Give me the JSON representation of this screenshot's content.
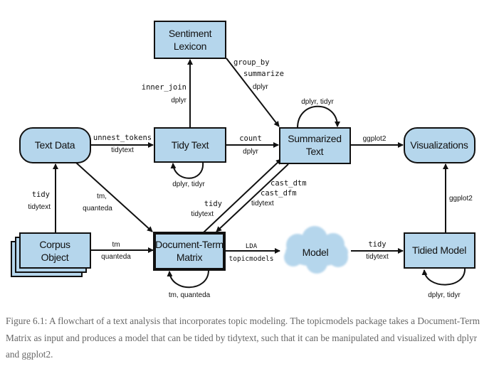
{
  "nodes": {
    "sentiment_lexicon": [
      "Sentiment",
      "Lexicon"
    ],
    "text_data": "Text Data",
    "tidy_text": "Tidy Text",
    "summarized_text": [
      "Summarized",
      "Text"
    ],
    "visualizations": "Visualizations",
    "corpus_object": [
      "Corpus",
      "Object"
    ],
    "dtm": [
      "Document-Term",
      "Matrix"
    ],
    "model": "Model",
    "tidied_model": "Tidied Model"
  },
  "edges": {
    "text_to_tidy": [
      "unnest_tokens",
      "tidytext"
    ],
    "tidy_to_sentiment": [
      "inner_join",
      "dplyr"
    ],
    "sentiment_to_summarized": [
      "group_by",
      "summarize",
      "dplyr"
    ],
    "tidy_to_summarized": [
      "count",
      "dplyr"
    ],
    "summarized_loop": "dplyr, tidyr",
    "summarized_to_viz": "ggplot2",
    "tidy_loop": "dplyr, tidyr",
    "text_to_dtm": [
      "tm,",
      "quanteda"
    ],
    "corpus_to_text": [
      "tidy",
      "tidytext"
    ],
    "corpus_to_dtm": [
      "tm",
      "quanteda"
    ],
    "dtm_to_summarized": [
      "tidy",
      "tidytext"
    ],
    "summarized_to_dtm": [
      "cast_dtm",
      "cast_dfm",
      "tidytext"
    ],
    "dtm_to_model": [
      "LDA",
      "topicmodels"
    ],
    "dtm_loop": "tm, quanteda",
    "model_to_tidied": [
      "tidy",
      "tidytext"
    ],
    "tidied_to_viz": "ggplot2",
    "tidied_loop": "dplyr, tidyr"
  },
  "caption": "Figure 6.1: A flowchart of a text analysis that incorporates topic modeling. The topicmodels package takes a Document-Term Matrix as input and produces a model that can be tided by tidytext, such that it can be manipulated and visualized with dplyr and ggplot2.",
  "colors": {
    "node_fill": "#b5d6ec",
    "stroke": "#111111",
    "caption": "#666666"
  }
}
